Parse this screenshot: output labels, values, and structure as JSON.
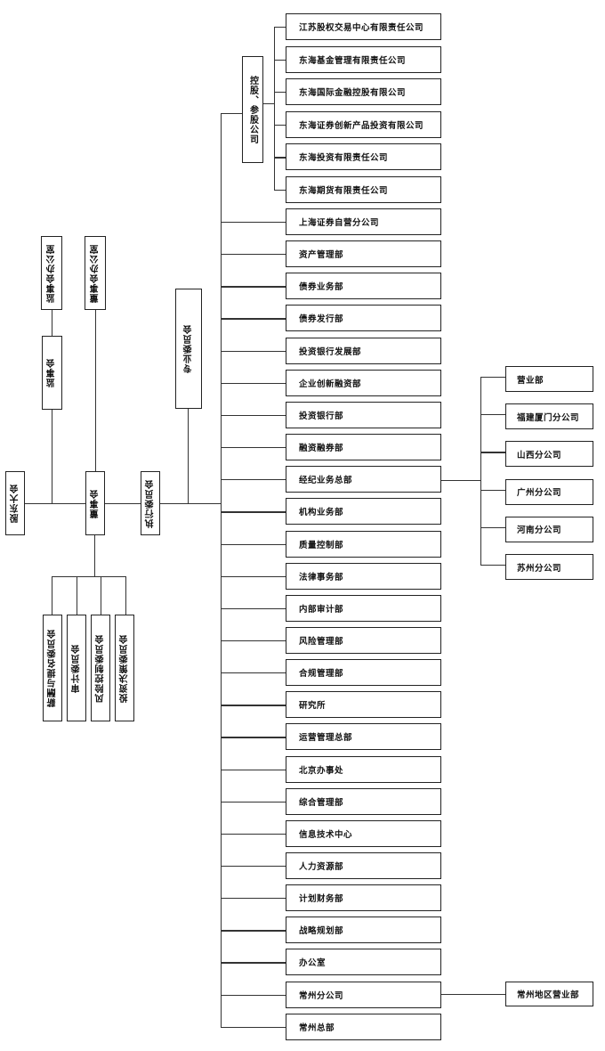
{
  "governance": {
    "shareholders": "股东大会",
    "supervisory_board": "监事会",
    "supervisory_office": "监事会办公室",
    "board": "董事会",
    "board_office": "董事会办公室",
    "executive_committee": "执行委员会",
    "special_committees": "专业委员会",
    "board_committees": [
      "薪酬与提名委员会",
      "审计委员会",
      "风险控制委员会",
      "投资决策委员会"
    ]
  },
  "holdings": {
    "label": "控股、参股公司",
    "companies": [
      "江苏股权交易中心有限责任公司",
      "东海基金管理有限责任公司",
      "东海国际金融控股有限公司",
      "东海证券创新产品投资有限公司",
      "东海投资有限责任公司",
      "东海期货有限责任公司"
    ]
  },
  "departments": [
    "上海证券自营分公司",
    "资产管理部",
    "债券业务部",
    "债券发行部",
    "投资银行发展部",
    "企业创新融资部",
    "投资银行部",
    "融资融券部",
    "经纪业务总部",
    "机构业务部",
    "质量控制部",
    "法律事务部",
    "内部审计部",
    "风险管理部",
    "合规管理部",
    "研究所",
    "运营管理总部",
    "北京办事处",
    "综合管理部",
    "信息技术中心",
    "人力资源部",
    "计划财务部",
    "战略规划部",
    "办公室",
    "常州分公司",
    "常州总部"
  ],
  "brokerage_branches": [
    "营业部",
    "福建厦门分公司",
    "山西分公司",
    "广州分公司",
    "河南分公司",
    "苏州分公司"
  ],
  "changzhou_branch_children": [
    "常州地区营业部"
  ]
}
